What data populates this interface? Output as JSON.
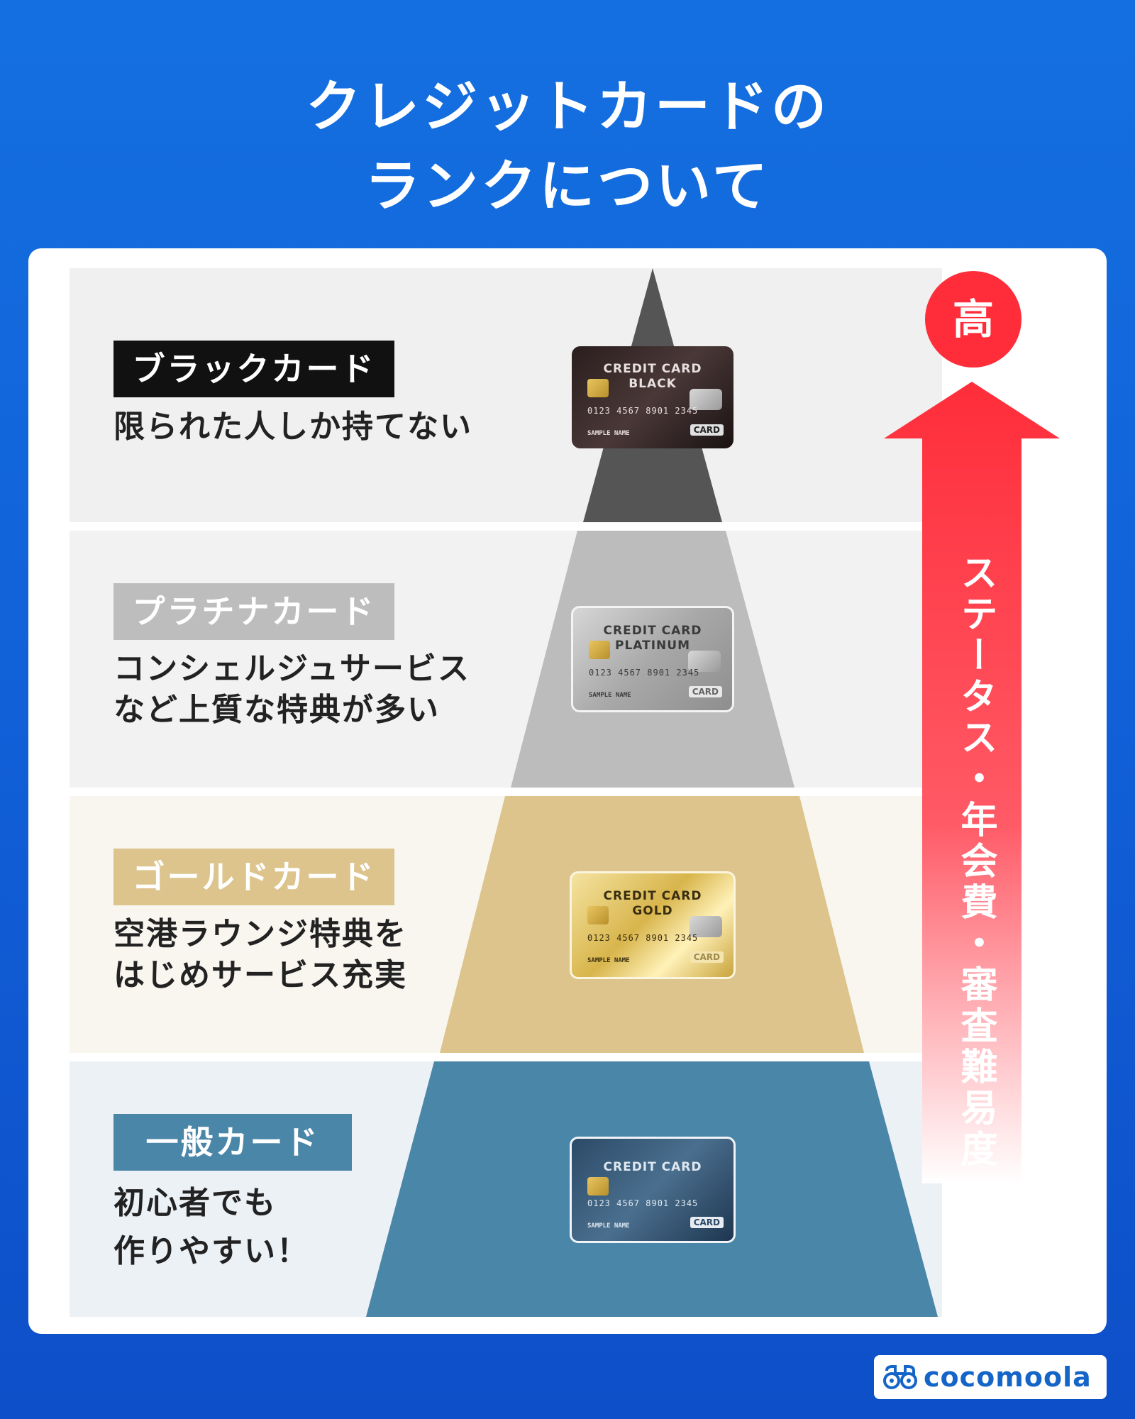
{
  "header": {
    "title_line1": "クレジットカードの",
    "title_line2": "ランクについて"
  },
  "arrow": {
    "top_label": "高",
    "axis_label": "ステータス・年会費・審査難易度",
    "color": "#ff2d3a"
  },
  "tiers": [
    {
      "name": "ブラックカード",
      "desc_line1": "限られた人しか持てない",
      "desc_line2": "",
      "label_bg": "#111111",
      "band_color": "#f0f0f0",
      "pyramid_color": "#555555",
      "card": {
        "title_line1": "CREDIT CARD",
        "title_line2": "BLACK",
        "number": "0123 4567 8901 2345",
        "holder": "SAMPLE NAME",
        "brand": "CARD"
      }
    },
    {
      "name": "プラチナカード",
      "desc_line1": "コンシェルジュサービス",
      "desc_line2": "など上質な特典が多い",
      "label_bg": "#bdbdbd",
      "band_color": "#f2f2f2",
      "pyramid_color": "#bcbcbc",
      "card": {
        "title_line1": "CREDIT CARD",
        "title_line2": "PLATINUM",
        "number": "0123 4567 8901 2345",
        "holder": "SAMPLE NAME",
        "brand": "CARD"
      }
    },
    {
      "name": "ゴールドカード",
      "desc_line1": "空港ラウンジ特典を",
      "desc_line2": "はじめサービス充実",
      "label_bg": "#dcc48c",
      "band_color": "#f8f6ef",
      "pyramid_color": "#dcc48c",
      "card": {
        "title_line1": "CREDIT CARD",
        "title_line2": "GOLD",
        "number": "0123 4567 8901 2345",
        "holder": "SAMPLE NAME",
        "brand": "CARD"
      }
    },
    {
      "name": "一般カード",
      "desc_line1": "初心者でも",
      "desc_line2": "作りやすい！",
      "label_bg": "#4a86a8",
      "band_color": "#ecf1f6",
      "pyramid_color": "#4a86a8",
      "card": {
        "title_line1": "CREDIT CARD",
        "title_line2": "",
        "number": "0123 4567 8901 2345",
        "holder": "SAMPLE NAME",
        "brand": "CARD"
      }
    }
  ],
  "footer": {
    "logo_text": "cocomoola",
    "logo_icon": "binoculars-icon"
  }
}
